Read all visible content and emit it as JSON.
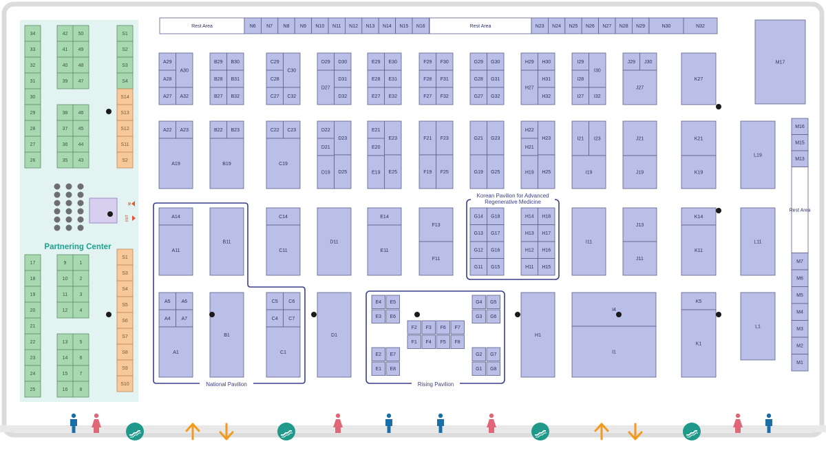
{
  "colors": {
    "booth": "#b9bfe6",
    "partnering": "#a8d8b0",
    "startup": "#f7c99a",
    "zone": "#e3f3f1",
    "pavilion_border": "#3a3d8a",
    "accent_teal": "#1f9a8a",
    "arrow": "#f29a1d"
  },
  "partnering_center": {
    "title": "Partnering Center",
    "col1": [
      "34",
      "33",
      "32",
      "31",
      "30",
      "29",
      "28",
      "27",
      "26"
    ],
    "col2a": [
      "42",
      "41",
      "40",
      "39"
    ],
    "col3a": [
      "50",
      "49",
      "48",
      "47"
    ],
    "col2b": [
      "38",
      "37",
      "36",
      "35"
    ],
    "col3b": [
      "46",
      "45",
      "44",
      "43"
    ],
    "col4": [
      "S1",
      "S2",
      "S3",
      "S4"
    ],
    "col4o": [
      "S14",
      "S13",
      "S12",
      "S11",
      "S2"
    ],
    "low_col1": [
      "17",
      "18",
      "19",
      "20",
      "21",
      "22",
      "23",
      "24",
      "25"
    ],
    "low_col2a": [
      "9",
      "10",
      "11",
      "12"
    ],
    "low_col3a": [
      "1",
      "2",
      "3",
      "4"
    ],
    "low_col2b": [
      "13",
      "14",
      "15",
      "16"
    ],
    "low_col3b": [
      "5",
      "6",
      "7",
      "8"
    ],
    "low_col4": [
      "S1",
      "S3",
      "S4",
      "S5",
      "S6",
      "S7",
      "S8",
      "S9",
      "S10"
    ]
  },
  "door_labels": {
    "in": "IN",
    "out": "OUT"
  },
  "top_row": {
    "rest1": "Rest Area",
    "n_left": [
      "N6",
      "N7",
      "N8",
      "N9",
      "N10",
      "N11",
      "N12",
      "N13",
      "N14",
      "N15",
      "N16"
    ],
    "rest2": "Rest Area",
    "n_right": [
      "N23",
      "N24",
      "N25",
      "N26",
      "N27",
      "N28",
      "N29"
    ],
    "n30": "N30",
    "n32": "N32"
  },
  "booths_top": [
    [
      "A29",
      "A28",
      "A27",
      "A30",
      "A32"
    ],
    [
      "B29",
      "B28",
      "B27",
      "B30",
      "B31",
      "B32"
    ],
    [
      "C29",
      "C28",
      "C27",
      "C30",
      "C32"
    ],
    [
      "D29",
      "D27",
      "D30",
      "D31",
      "D32"
    ],
    [
      "E29",
      "E28",
      "E27",
      "E30",
      "E31",
      "E32"
    ],
    [
      "F29",
      "F28",
      "F27",
      "F30",
      "F31",
      "F32"
    ],
    [
      "G29",
      "G28",
      "G27",
      "G30",
      "G31",
      "G32"
    ],
    [
      "H29",
      "H27",
      "H30",
      "H31",
      "H32"
    ],
    [
      "I29",
      "I28",
      "I27",
      "I30",
      "I32"
    ],
    [
      "J29",
      "J30",
      "J27"
    ],
    [
      "K27"
    ]
  ],
  "booths_mid": [
    [
      "A22",
      "A23",
      "A19"
    ],
    [
      "B22",
      "B23",
      "B19"
    ],
    [
      "C22",
      "C23",
      "C19"
    ],
    [
      "D22",
      "D21",
      "D19",
      "D23",
      "D25"
    ],
    [
      "E21",
      "E20",
      "E19",
      "E23",
      "E25"
    ],
    [
      "F21",
      "F19",
      "F23",
      "F25"
    ],
    [
      "G21",
      "G19",
      "G23",
      "G25"
    ],
    [
      "H22",
      "H21",
      "H19",
      "H23",
      "H25"
    ],
    [
      "I21",
      "I23",
      "I19"
    ],
    [
      "J21",
      "J19"
    ],
    [
      "K21",
      "K19"
    ],
    [
      "L19"
    ]
  ],
  "booths_low": {
    "A14": "A14",
    "A11": "A11",
    "B11": "B11",
    "C14": "C14",
    "C11": "C11",
    "D11": "D11",
    "E14": "E14",
    "E11": "E11",
    "F13": "F13",
    "F11": "F11",
    "I11": "I11",
    "J13": "J13",
    "J11": "J11",
    "K14": "K14",
    "K11": "K11",
    "L11": "L11"
  },
  "korean_pavilion": {
    "title": "Korean Pavilion for Advanced",
    "title2": "Regenerative Medicine",
    "g": [
      "G14",
      "G18",
      "G13",
      "G17",
      "G12",
      "G16",
      "G11",
      "G15"
    ],
    "h": [
      "H14",
      "H18",
      "H13",
      "H17",
      "H12",
      "H16",
      "H11",
      "H15"
    ]
  },
  "booths_bottom": {
    "A5": "A5",
    "A6": "A6",
    "A4": "A4",
    "A7": "A7",
    "A1": "A1",
    "B1": "B1",
    "C5": "C5",
    "C6": "C6",
    "C4": "C4",
    "C7": "C7",
    "C1": "C1",
    "D1": "D1",
    "H1": "H1",
    "I4": "I4",
    "I1": "I1",
    "K5": "K5",
    "K1": "K1",
    "L1": "L1"
  },
  "rising": {
    "title": "Rising Pavilion",
    "e": [
      "E4",
      "E5",
      "E3",
      "E6",
      "E2",
      "E7",
      "E1",
      "E8"
    ],
    "f": [
      "F2",
      "F3",
      "F6",
      "F7",
      "F1",
      "F4",
      "F5",
      "F8"
    ],
    "g": [
      "G4",
      "G5",
      "G3",
      "G6",
      "G2",
      "G7",
      "G1",
      "G8"
    ]
  },
  "national": {
    "title": "National Pavilion"
  },
  "right_col": {
    "m17": "M17",
    "top": [
      "M16",
      "M15",
      "M13"
    ],
    "rest": "Rest Area",
    "bottom": [
      "M7",
      "M6",
      "M5",
      "M4",
      "M3",
      "M2",
      "M1"
    ]
  }
}
